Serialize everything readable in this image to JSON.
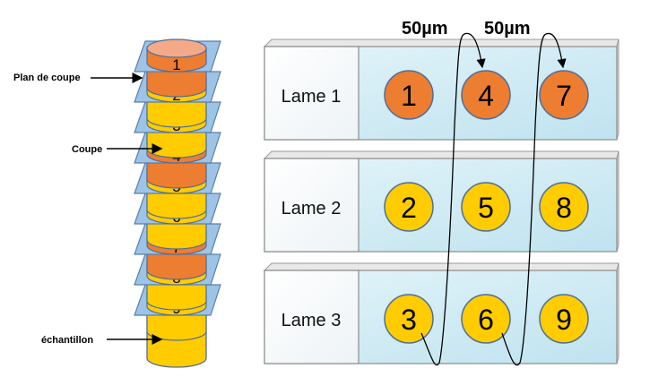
{
  "spacing_labels": [
    "50µm",
    "50µm"
  ],
  "stack": {
    "labels": {
      "cutting_plane": "Plan de coupe",
      "section": "Coupe",
      "sample": "échantillon"
    },
    "layers": [
      {
        "number": "1",
        "color": "#ED7D31"
      },
      {
        "number": "2",
        "color": "#FFCC00"
      },
      {
        "number": "3",
        "color": "#FFCC00"
      },
      {
        "number": "4",
        "color": "#ED7D31"
      },
      {
        "number": "5",
        "color": "#FFCC00"
      },
      {
        "number": "6",
        "color": "#FFCC00"
      },
      {
        "number": "7",
        "color": "#ED7D31"
      },
      {
        "number": "8",
        "color": "#FFCC00"
      },
      {
        "number": "9",
        "color": "#FFCC00"
      }
    ]
  },
  "slides": [
    {
      "label": "Lame 1",
      "sections": [
        "1",
        "4",
        "7"
      ],
      "color": "#ED7D31"
    },
    {
      "label": "Lame 2",
      "sections": [
        "2",
        "5",
        "8"
      ],
      "color": "#FFCC00"
    },
    {
      "label": "Lame 3",
      "sections": [
        "3",
        "6",
        "9"
      ],
      "color": "#FFCC00"
    }
  ],
  "colors": {
    "plate": "#9DC3E6",
    "plate_stroke": "#5B7FA8",
    "slide_glass": "#CFEAF3",
    "orange": "#ED7D31",
    "yellow": "#FFCC00"
  }
}
